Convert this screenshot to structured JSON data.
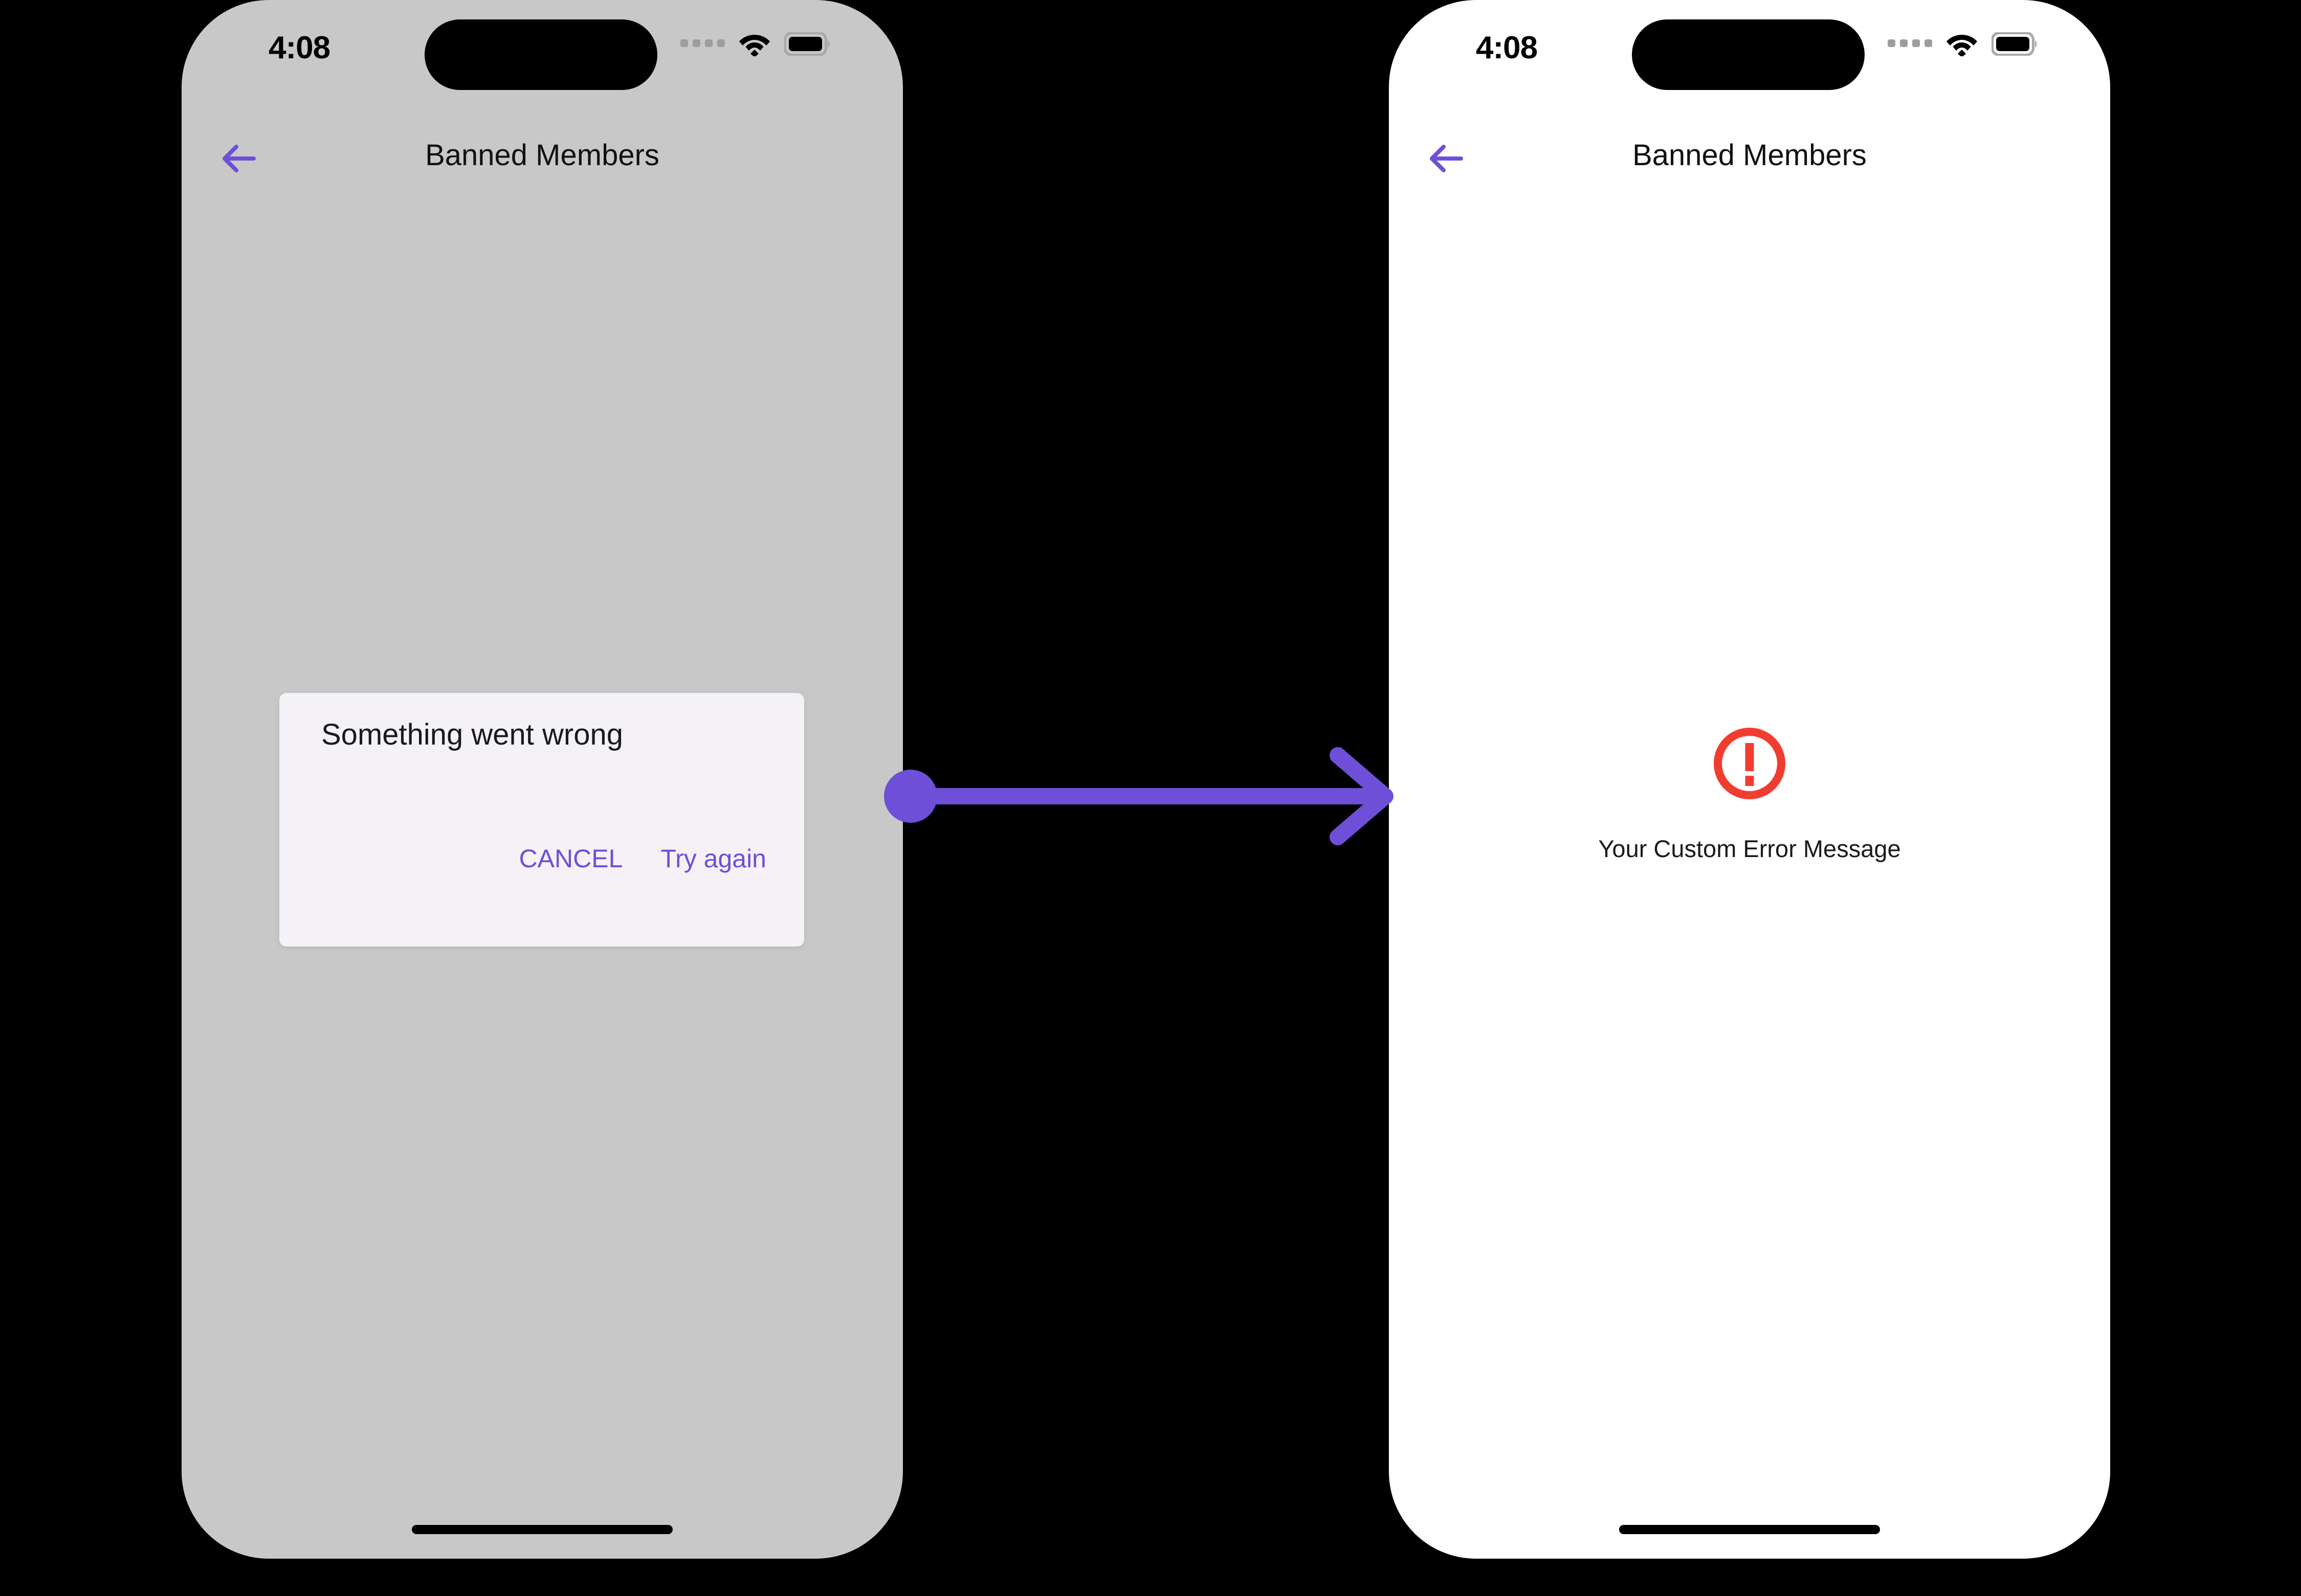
{
  "colors": {
    "accent_purple": "#6D4FD8",
    "error_red": "#F23C30",
    "left_screen_bg": "#C8C8C8",
    "right_screen_bg": "#FFFFFF",
    "dialog_bg": "#F4F2F7",
    "page_bg": "#000000"
  },
  "phones": {
    "left": {
      "status_bar": {
        "time": "4:08",
        "cellular_icon": "cellular-dots-icon",
        "wifi_icon": "wifi-icon",
        "battery_icon": "battery-full-icon",
        "dynamic_island": "dynamic-island"
      },
      "nav": {
        "back_icon": "arrow-left-icon",
        "title": "Banned Members"
      },
      "dialog": {
        "title": "Something went wrong",
        "cancel_label": "CANCEL",
        "retry_label": "Try again"
      }
    },
    "right": {
      "status_bar": {
        "time": "4:08",
        "cellular_icon": "cellular-dots-icon",
        "wifi_icon": "wifi-icon",
        "battery_icon": "battery-full-icon",
        "dynamic_island": "dynamic-island"
      },
      "nav": {
        "back_icon": "arrow-left-icon",
        "title": "Banned Members"
      },
      "error_state": {
        "icon": "error-exclamation-circle-icon",
        "message": "Your Custom Error Message"
      }
    }
  },
  "connector": {
    "icon": "arrow-right-connector",
    "start_marker": "filled-circle",
    "end_marker": "chevron-arrowhead"
  }
}
